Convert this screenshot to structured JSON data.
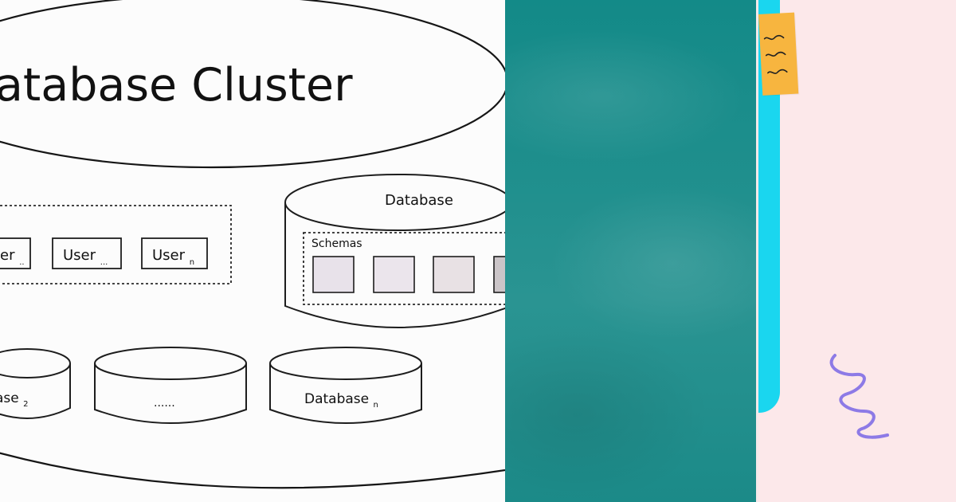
{
  "diagram": {
    "cluster_title": "atabase Cluster",
    "database_label": "Database",
    "schemas_label": "Schemas",
    "users": [
      {
        "base": "er",
        "sub": ".."
      },
      {
        "base": "User",
        "sub": "..."
      },
      {
        "base": "User",
        "sub": "n"
      }
    ],
    "databases": [
      {
        "base": "ase",
        "sub": "2"
      },
      {
        "base": "......",
        "sub": ""
      },
      {
        "base": "Database",
        "sub": "n"
      }
    ]
  },
  "colors": {
    "teal": "#1f8f8d",
    "pink": "#fce8ea",
    "cyan": "#1ad6ef",
    "sticky_note": "#f7b53f",
    "squiggle": "#8d7ae6"
  },
  "icons": {
    "sticky_note": "sticky-note-icon",
    "squiggle": "squiggle-icon"
  }
}
